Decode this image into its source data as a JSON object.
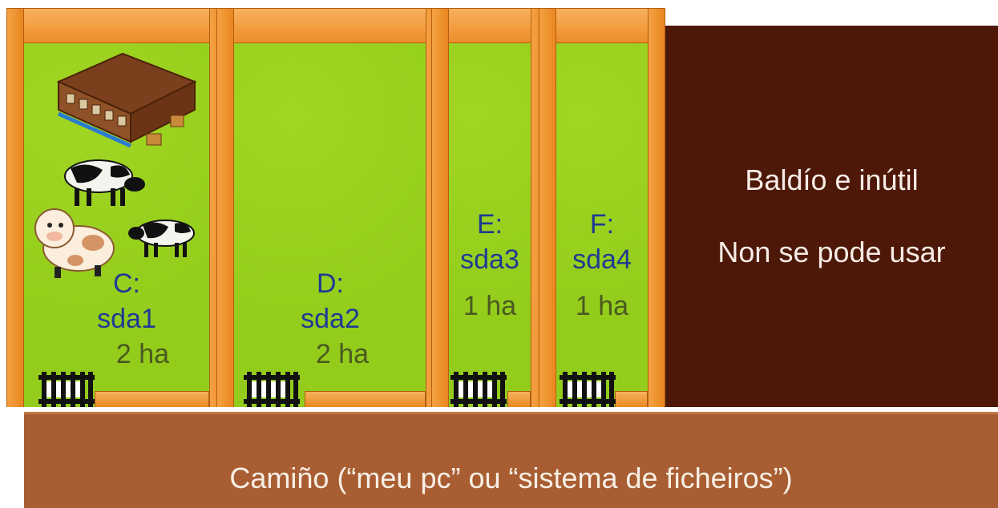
{
  "partitions": [
    {
      "drive": "C:",
      "device": "sda1",
      "size": "2 ha"
    },
    {
      "drive": "D:",
      "device": "sda2",
      "size": "2 ha"
    },
    {
      "drive": "E:",
      "device": "sda3",
      "size": "1 ha"
    },
    {
      "drive": "F:",
      "device": "sda4",
      "size": "1 ha"
    }
  ],
  "wasteland": {
    "line1": "Baldío e inútil",
    "line2": "Non se pode usar"
  },
  "road": {
    "label": "Camiño (“meu pc” ou “sistema de ficheiros”)"
  },
  "colors": {
    "field_green": "#93cc1b",
    "frame_orange": "#ee8d2a",
    "wasteland_brown": "#4e1808",
    "road_brown": "#a85e32",
    "drive_text": "#1f3a93"
  }
}
